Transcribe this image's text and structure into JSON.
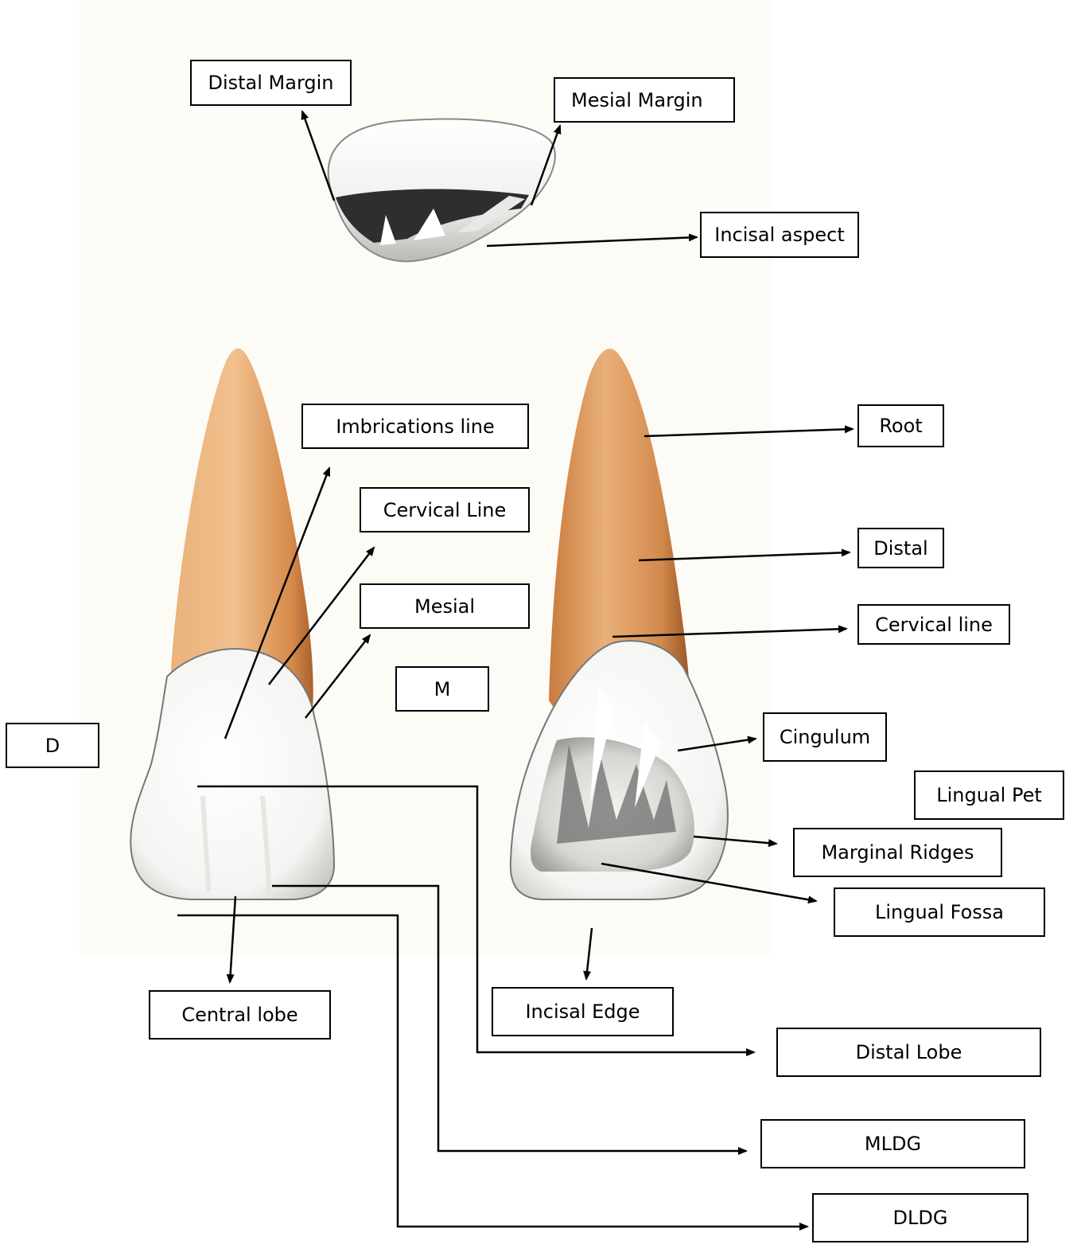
{
  "labels": {
    "distal_margin": "Distal Margin",
    "mesial_margin": "Mesial Margin",
    "incisal_aspect": "Incisal aspect",
    "imbrications_line": "Imbrications line",
    "cervical_line_labial": "Cervical Line",
    "mesial": "Mesial",
    "m": "M",
    "d": "D",
    "root": "Root",
    "distal": "Distal",
    "cervical_line_lingual": "Cervical line",
    "cingulum": "Cingulum",
    "lingual_pet": "Lingual Pet",
    "marginal_ridges": "Marginal Ridges",
    "lingual_fossa": "Lingual Fossa",
    "central_lobe": "Central lobe",
    "incisal_edge": "Incisal Edge",
    "distal_lobe": "Distal Lobe",
    "mldg": "MLDG",
    "dldg": "DLDG"
  },
  "colors": {
    "background_panel": "#fdfbf6",
    "root": "#d9935a",
    "enamel": "#ffffff",
    "fossa_shadow": "#6d6d6d",
    "line": "#000000"
  }
}
